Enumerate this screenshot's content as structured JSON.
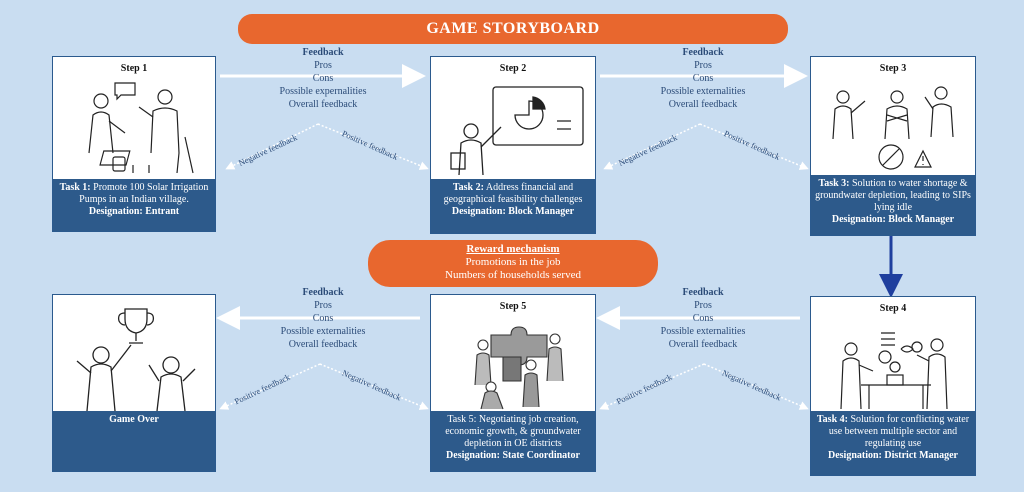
{
  "title": "GAME STORYBOARD",
  "reward": {
    "title": "Reward mechanism",
    "lines": [
      "Promotions in the job",
      "Numbers of households served"
    ]
  },
  "steps": [
    {
      "label": "Step 1",
      "task_prefix": "Task 1:",
      "task": " Promote 100 Solar Irrigation Pumps in an Indian village.",
      "designation": "Designation: Entrant"
    },
    {
      "label": "Step 2",
      "task_prefix": "Task 2:",
      "task": " Address financial and geographical feasibility challenges",
      "designation": "Designation: Block Manager"
    },
    {
      "label": "Step 3",
      "task_prefix": "Task 3:",
      "task": " Solution to water shortage & groundwater depletion, leading to SIPs lying idle",
      "designation": "Designation: Block Manager"
    },
    {
      "label": "Step 4",
      "task_prefix": "Task 4:",
      "task": " Solution for conflicting water use between multiple sector and regulating use",
      "designation": "Designation: District Manager"
    },
    {
      "label": "Step 5",
      "task_prefix": "",
      "task": "Task 5: Negotiating job creation, economic growth, & groundwater depletion in OE districts",
      "designation": "Designation: State Coordinator"
    }
  ],
  "game_over": "Game Over",
  "feedback_blocks": [
    {
      "heading": "Feedback",
      "lines": [
        "Pros",
        "Cons",
        "Possible expernalities",
        "Overall feedback"
      ]
    },
    {
      "heading": "Feedback",
      "lines": [
        "Pros",
        "Cons",
        "Possible externalities",
        "Overall feedback"
      ]
    },
    {
      "heading": "Feedback",
      "lines": [
        "Pros",
        "Cons",
        "Possible externalities",
        "Overall feedback"
      ]
    },
    {
      "heading": "Feedback",
      "lines": [
        "Pros",
        "Cons",
        "Possible externalities",
        "Overall feedback"
      ]
    }
  ],
  "diag_labels": {
    "neg": "Negative feedback",
    "pos": "Positive feedback"
  },
  "colors": {
    "background": "#c9ddf1",
    "banner": "#e8672e",
    "card_footer": "#2d5a8b",
    "arrow": "#ffffff",
    "down_arrow": "#1f3f9e"
  }
}
